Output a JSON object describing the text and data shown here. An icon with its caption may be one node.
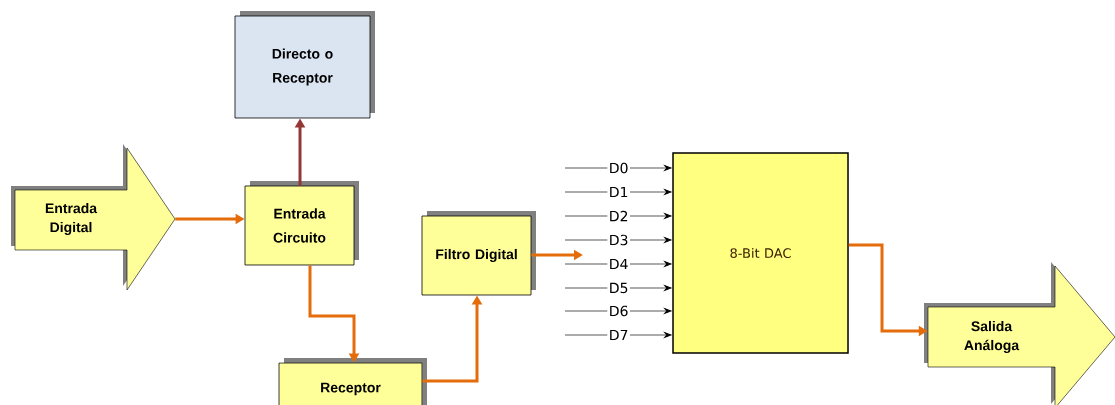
{
  "diagram": {
    "nodes": [
      {
        "text": [
          "Entrada Digital"
        ]
      },
      {
        "text": [
          "Directo o Receptor"
        ]
      },
      {
        "text": [
          "Entrada Circuito"
        ]
      },
      {
        "text": [
          "Filtro Digital"
        ]
      },
      {
        "text": [
          "Receptor"
        ]
      },
      {
        "text": [
          "8-Bit DAC"
        ]
      },
      {
        "text": [
          "Salida Análoga"
        ]
      }
    ],
    "edges": [
      {
        "from": 0,
        "to": 2,
        "arrow": "to",
        "style": "thick",
        "color": "#e46c0a"
      },
      {
        "from": 2,
        "to": 1,
        "arrow": "to",
        "style": "thick",
        "color": "#953735"
      },
      {
        "from": 2,
        "to": 4,
        "arrow": "to",
        "style": "thick",
        "color": "#e46c0a"
      },
      {
        "from": 4,
        "to": 3,
        "arrow": "to",
        "style": "thick",
        "color": "#e46c0a"
      },
      {
        "from": 3,
        "to": null,
        "arrow": "to",
        "style": "thick",
        "color": "#e46c0a"
      },
      {
        "from": 5,
        "to": 6,
        "arrow": "to",
        "style": "thick",
        "color": "#e46c0a"
      },
      {
        "from": null,
        "to": 5,
        "arrow": "to",
        "label": "D0"
      },
      {
        "from": null,
        "to": 5,
        "arrow": "to",
        "label": "D1"
      },
      {
        "from": null,
        "to": 5,
        "arrow": "to",
        "label": "D2"
      },
      {
        "from": null,
        "to": 5,
        "arrow": "to",
        "label": "D3"
      },
      {
        "from": null,
        "to": 5,
        "arrow": "to",
        "label": "D4"
      },
      {
        "from": null,
        "to": 5,
        "arrow": "to",
        "label": "D5"
      },
      {
        "from": null,
        "to": 5,
        "arrow": "to",
        "label": "D6"
      },
      {
        "from": null,
        "to": 5,
        "arrow": "to",
        "label": "D7"
      }
    ]
  }
}
